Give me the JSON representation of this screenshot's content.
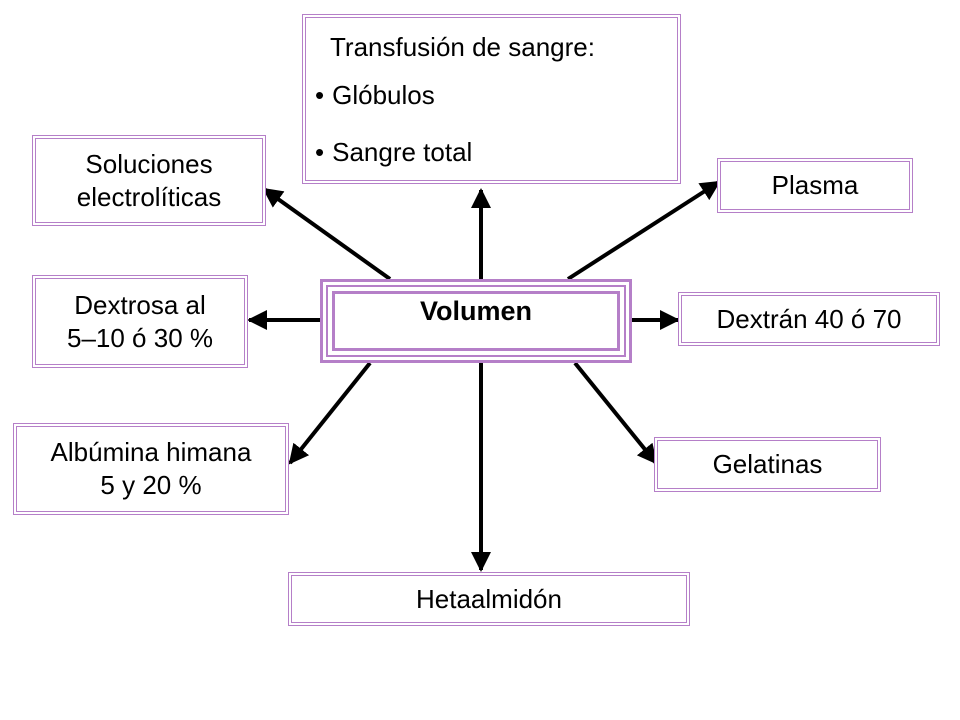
{
  "center": {
    "label": "Volumen"
  },
  "boxes": {
    "transfusion": {
      "title": "Transfusión de sangre:",
      "items": [
        "Glóbulos",
        "Sangre total"
      ]
    },
    "electroliticas": {
      "lines": [
        "Soluciones",
        "electrolíticas"
      ]
    },
    "plasma": {
      "label": "Plasma"
    },
    "dextrosa": {
      "lines": [
        "Dextrosa al",
        "5–10 ó 30 %"
      ]
    },
    "dextran": {
      "label": "Dextrán 40 ó 70"
    },
    "albumina": {
      "lines": [
        "Albúmina himana",
        "5 y 20 %"
      ]
    },
    "gelatinas": {
      "label": "Gelatinas"
    },
    "hetaalmidon": {
      "label": "Hetaalmidón"
    }
  },
  "colors": {
    "border": "#b57fc8",
    "arrow": "#000000"
  }
}
